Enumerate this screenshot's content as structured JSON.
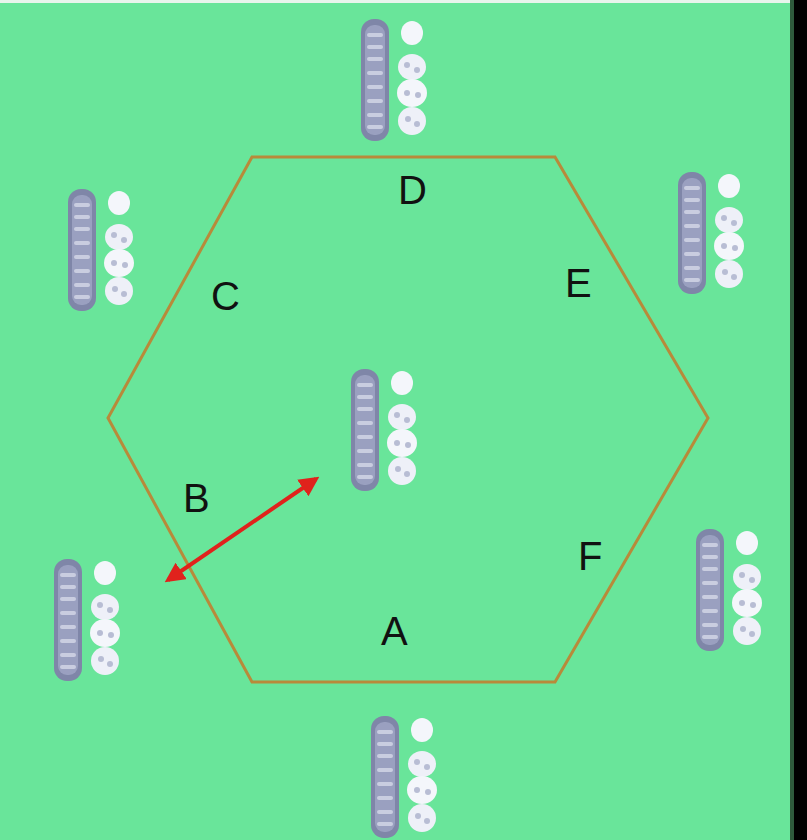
{
  "diagram": {
    "labels": [
      "D",
      "C",
      "E",
      "B",
      "F",
      "A"
    ]
  }
}
